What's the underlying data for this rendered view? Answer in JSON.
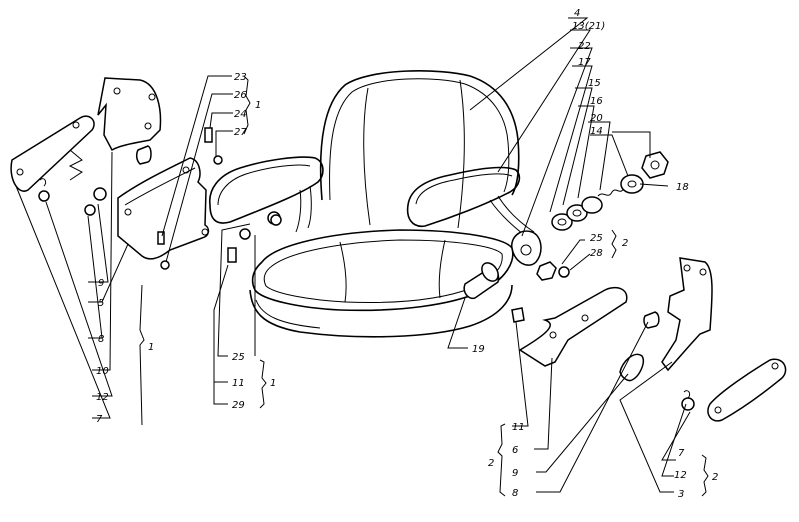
{
  "diagram": {
    "labels": {
      "l4": "4",
      "l13_21": "13(21)",
      "l22": "22",
      "l17": "17",
      "l15": "15",
      "l16": "16",
      "l20": "20",
      "l14": "14",
      "l18": "18",
      "l25r": "25",
      "l28": "28",
      "l2r_mid": "2",
      "l19": "19",
      "l23": "23",
      "l26": "26",
      "l24": "24",
      "l27": "27",
      "l1_top": "1",
      "l9_left": "9",
      "l5": "5",
      "l8_left": "8",
      "l1_left": "1",
      "l10": "10",
      "l12_left": "12",
      "l7_left": "7",
      "l25_mid": "25",
      "l11_mid": "11",
      "l1_mid": "1",
      "l29": "29",
      "l11_br": "11",
      "l6": "6",
      "l9_br": "9",
      "l8_br": "8",
      "l2_br": "2",
      "l7_right": "7",
      "l12_right": "12",
      "l3": "3",
      "l2_right": "2"
    }
  }
}
